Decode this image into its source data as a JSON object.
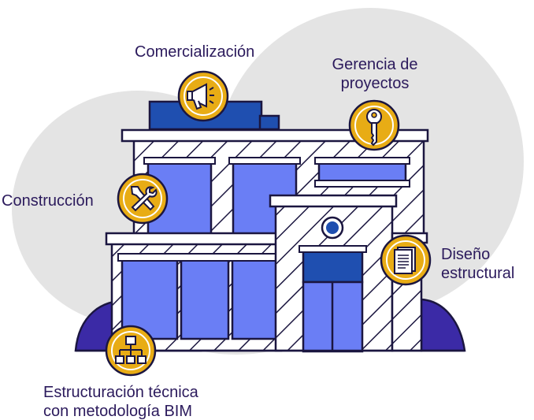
{
  "labels": {
    "comercializacion": "Comercialización",
    "gerencia": [
      "Gerencia de",
      "proyectos"
    ],
    "construccion": "Construcción",
    "diseno": [
      "Diseño",
      "estructural"
    ],
    "estructuracion": [
      "Estructuración técnica",
      "con metodología BIM"
    ]
  },
  "icons": {
    "comercializacion": "megaphone-icon",
    "gerencia": "key-icon",
    "construccion": "tools-icon",
    "diseno": "document-icon",
    "estructuracion": "hierarchy-icon"
  },
  "colors": {
    "label_text": "#2b1a5c",
    "icon_gold": "#e8ac15",
    "window_blue": "#6a7ef5",
    "dark_blue": "#1f4fb0",
    "bush_purple": "#3b2aa6",
    "background_blob": "#e4e4e4",
    "outline": "#1b1640"
  }
}
